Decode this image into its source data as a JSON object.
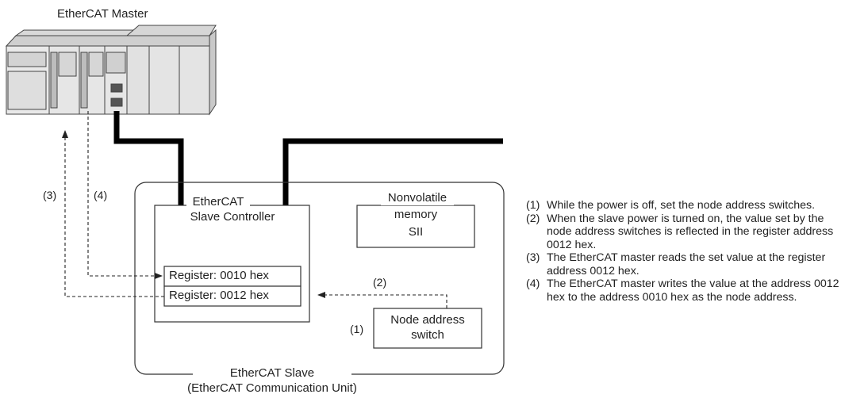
{
  "master_label": "EtherCAT Master",
  "slave_controller": {
    "line1": "EtherCAT",
    "line2": "Slave Controller"
  },
  "nonvolatile": {
    "line1": "Nonvolatile",
    "line2": "memory",
    "line3": "SII"
  },
  "registers": [
    "Register: 0010 hex",
    "Register: 0012 hex"
  ],
  "node_switch": {
    "line1": "Node address",
    "line2": "switch"
  },
  "step_labels": {
    "s1": "(1)",
    "s2": "(2)",
    "s3": "(3)",
    "s4": "(4)"
  },
  "slave_label": {
    "line1": "EtherCAT Slave",
    "line2": "(EtherCAT Communication Unit)"
  },
  "notes": [
    {
      "num": "(1)",
      "text": "While the power is off, set the node address switches."
    },
    {
      "num": "(2)",
      "text": "When the slave power is turned on, the value set by the node address switches is reflected in the register address 0012 hex."
    },
    {
      "num": "(3)",
      "text": "The EtherCAT master reads the set value at the register address 0012 hex."
    },
    {
      "num": "(4)",
      "text": "The EtherCAT master writes the value at the address 0012 hex to the address 0010 hex as the node address."
    }
  ]
}
